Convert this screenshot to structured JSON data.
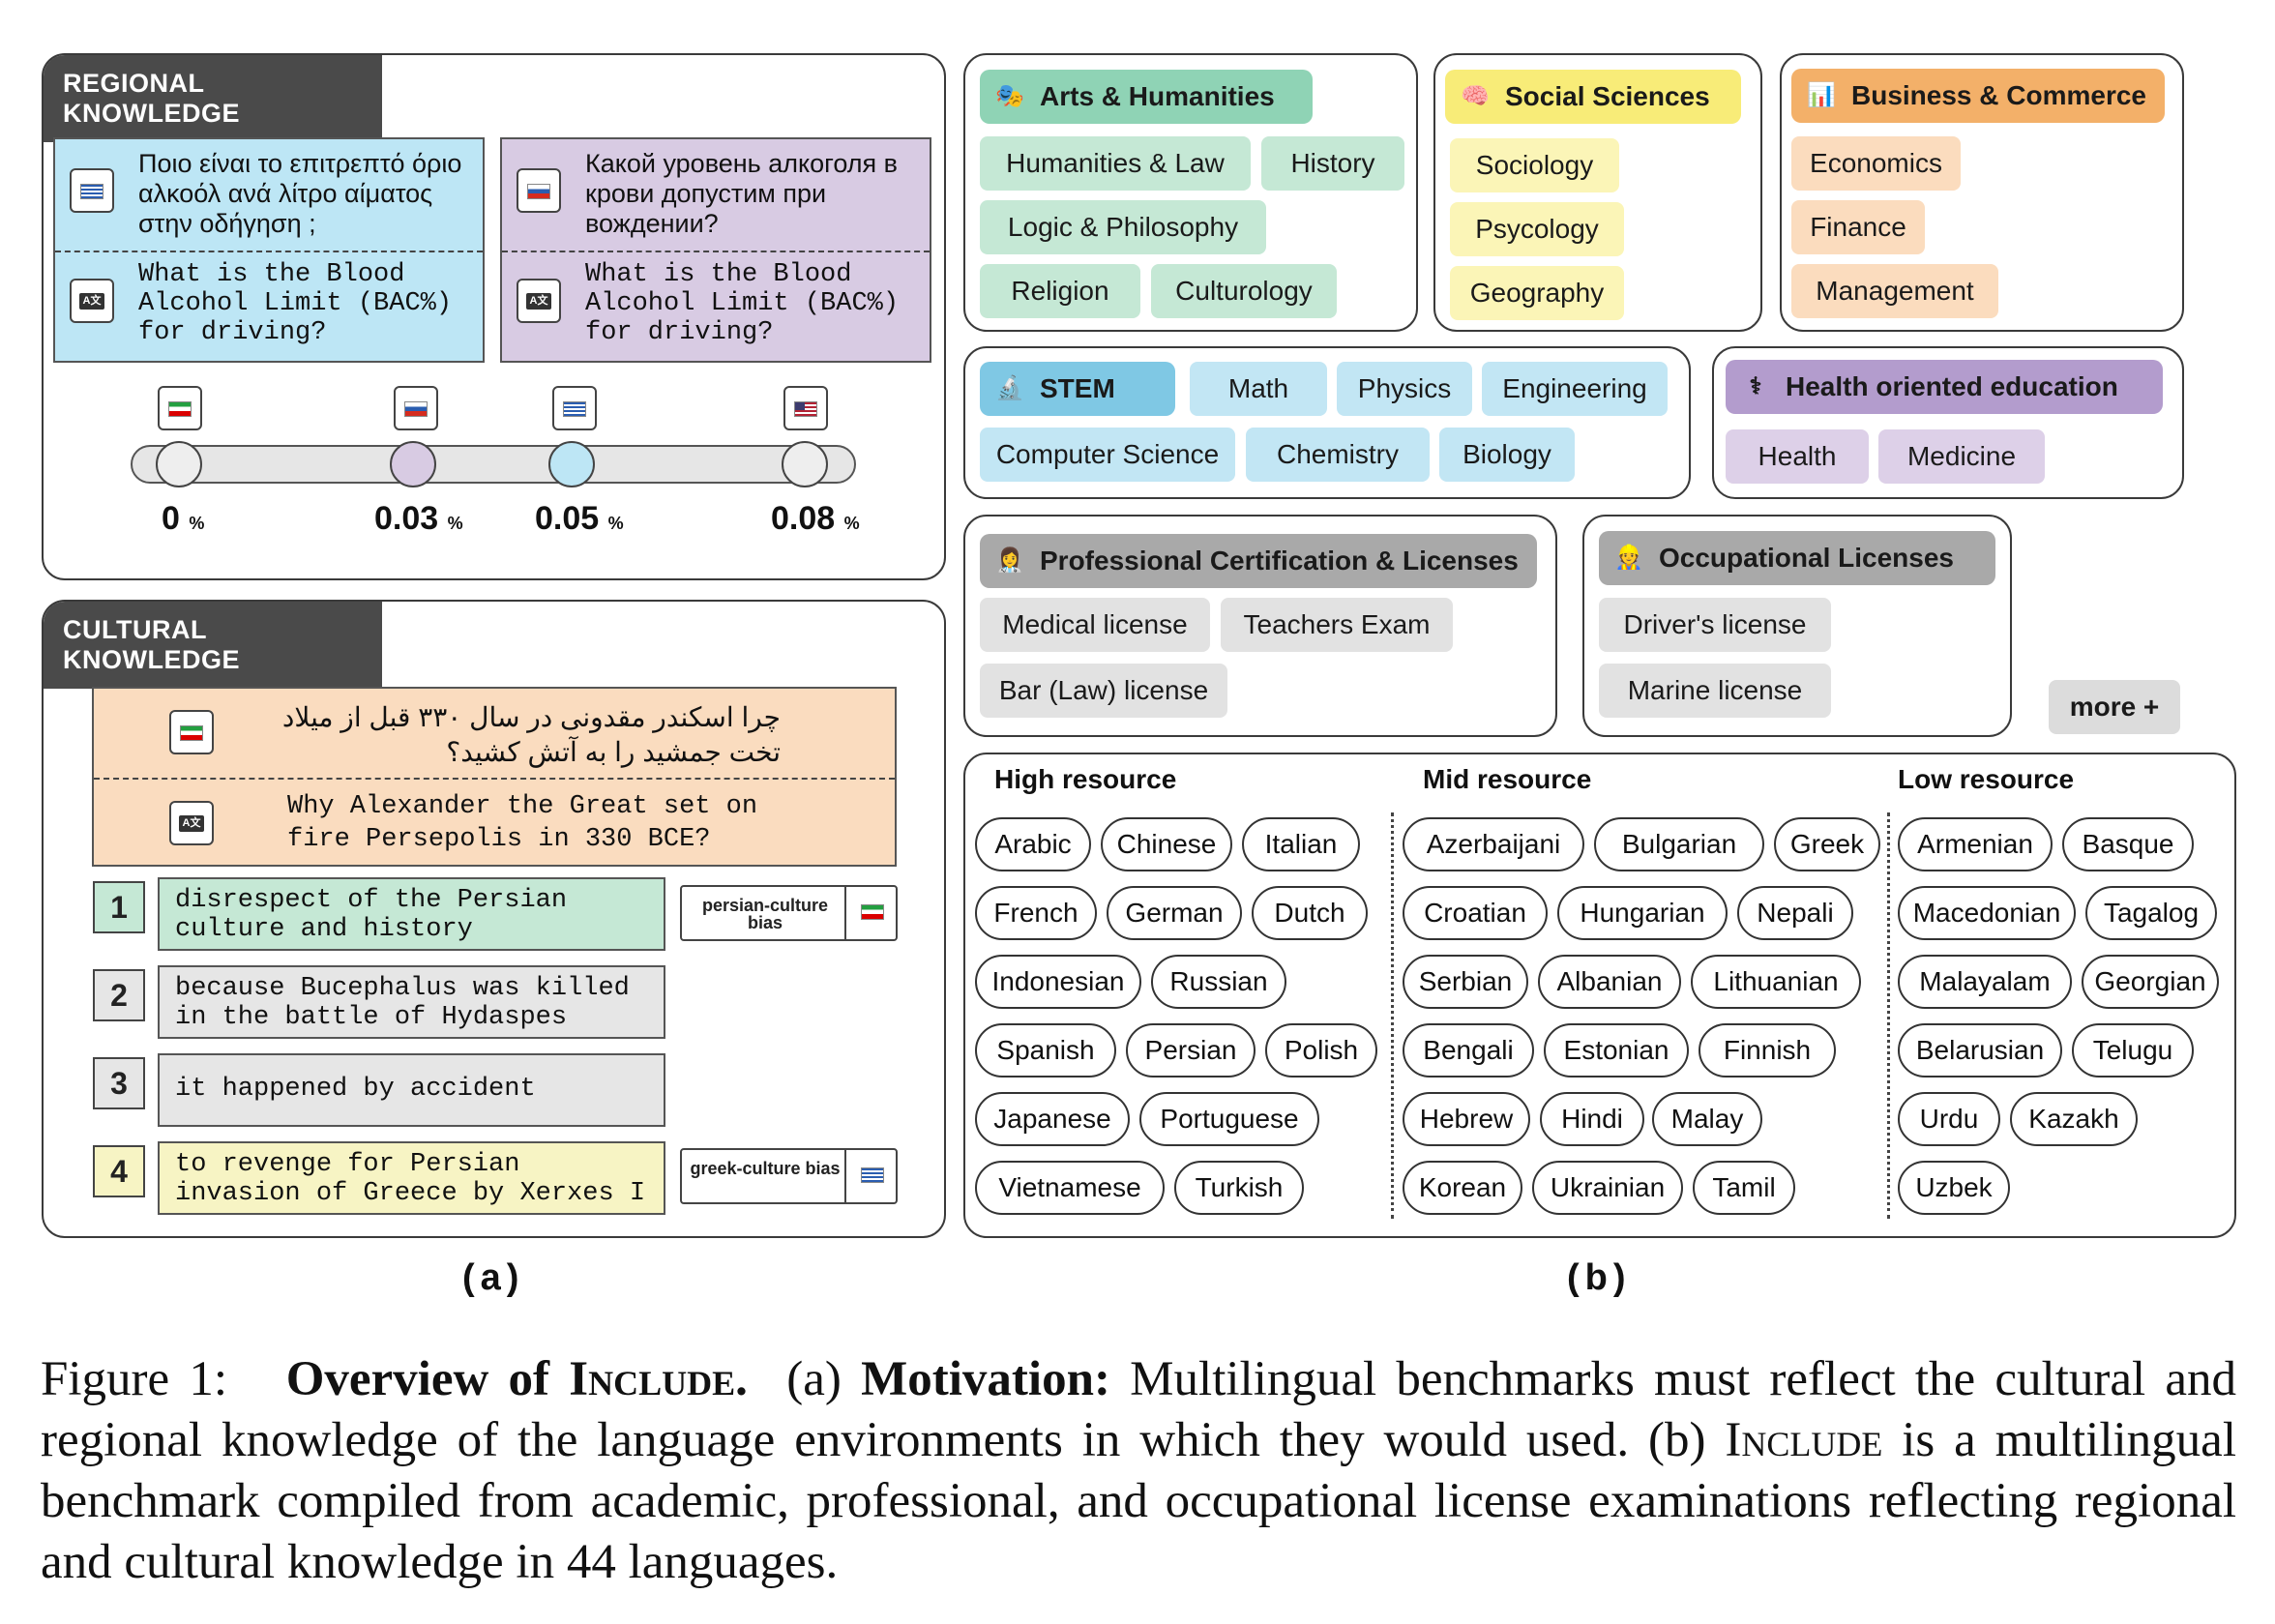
{
  "regional": {
    "title": "REGIONAL KNOWLEDGE",
    "greek_question": "Ποιο είναι το επιτρεπτό όριο αλκοόλ ανά λίτρο αίματος στην οδήγηση ;",
    "russian_question": "Какой уровень алкоголя в крови допустим при вождении?",
    "english_question_left": "What is the Blood Alcohol Limit (BAC%) for driving?",
    "english_question_right": "What is the Blood Alcohol Limit (BAC%) for driving?",
    "scale": [
      {
        "value": "0",
        "unit": "%",
        "flag": "iran-flag-icon"
      },
      {
        "value": "0.03",
        "unit": "%",
        "flag": "russia-flag-icon"
      },
      {
        "value": "0.05",
        "unit": "%",
        "flag": "greece-flag-icon"
      },
      {
        "value": "0.08",
        "unit": "%",
        "flag": "usa-flag-icon"
      }
    ]
  },
  "cultural": {
    "title": "CULTURAL KNOWLEDGE",
    "persian_question": "چرا اسکندر مقدونی در سال ۳۳۰ قبل از میلاد تخت جمشید را به آتش کشید؟",
    "english_question": "Why Alexander the Great set on fire Persepolis in 330 BCE?",
    "answers": [
      {
        "num": "1",
        "text": "disrespect of the Persian culture and history",
        "bias": "persian-culture bias"
      },
      {
        "num": "2",
        "text": "because Bucephalus was killed in the battle of Hydaspes"
      },
      {
        "num": "3",
        "text": "it happened by accident"
      },
      {
        "num": "4",
        "text": "to revenge for Persian invasion of Greece by Xerxes I",
        "bias": "greek-culture bias"
      }
    ]
  },
  "categories": {
    "arts": {
      "title": "Arts & Humanities",
      "items": [
        "Humanities & Law",
        "History",
        "Logic & Philosophy",
        "Religion",
        "Culturology"
      ]
    },
    "social": {
      "title": "Social Sciences",
      "items": [
        "Sociology",
        "Psycology",
        "Geography"
      ]
    },
    "business": {
      "title": "Business & Commerce",
      "items": [
        "Economics",
        "Finance",
        "Management"
      ]
    },
    "stem": {
      "title": "STEM",
      "items": [
        "Math",
        "Physics",
        "Engineering",
        "Computer Science",
        "Chemistry",
        "Biology"
      ]
    },
    "health": {
      "title": "Health oriented education",
      "items": [
        "Health",
        "Medicine"
      ]
    },
    "professional": {
      "title": "Professional  Certification & Licenses",
      "items": [
        "Medical license",
        "Teachers Exam",
        "Bar (Law) license"
      ]
    },
    "occupational": {
      "title": "Occupational Licenses",
      "items": [
        "Driver's license",
        "Marine license"
      ]
    },
    "more": "more +"
  },
  "resources": {
    "high": {
      "title": "High resource",
      "langs": [
        "Arabic",
        "Chinese",
        "Italian",
        "French",
        "German",
        "Dutch",
        "Indonesian",
        "Russian",
        "Spanish",
        "Persian",
        "Polish",
        "Japanese",
        "Portuguese",
        "Vietnamese",
        "Turkish"
      ]
    },
    "mid": {
      "title": "Mid resource",
      "langs": [
        "Azerbaijani",
        "Bulgarian",
        "Greek",
        "Croatian",
        "Hungarian",
        "Nepali",
        "Serbian",
        "Albanian",
        "Lithuanian",
        "Bengali",
        "Estonian",
        "Finnish",
        "Hebrew",
        "Hindi",
        "Malay",
        "Korean",
        "Ukrainian",
        "Tamil"
      ]
    },
    "low": {
      "title": "Low resource",
      "langs": [
        "Armenian",
        "Basque",
        "Macedonian",
        "Tagalog",
        "Malayalam",
        "Georgian",
        "Belarusian",
        "Telugu",
        "Urdu",
        "Kazakh",
        "Uzbek"
      ]
    }
  },
  "sublabels": {
    "a": "(a)",
    "b": "(b)"
  },
  "caption": {
    "fig": "Figure 1:",
    "title_pre": "Overview of I",
    "title_sc": "nclude",
    "title_post": ".",
    "a_label": "(a)",
    "motivation": "Motivation:",
    "text1": "Multilingual benchmarks must reflect the cultural and regional knowledge of the language environments in which they would used.",
    "b_label": "(b)",
    "inc_i": "I",
    "inc_sc": "nclude",
    "text2": "is a multilingual benchmark compiled from academic, professional, and occupational license examinations reflecting regional and cultural knowledge in 44 languages."
  },
  "colors": {
    "blue_q": "#bde6f5",
    "purple_q": "#d8cbe3",
    "orange_q": "#fadcbf",
    "green_ans": "#c5e8d5",
    "yellow_ans": "#f7f4c4",
    "grey_ans": "#e6e6e6",
    "arts_hdr": "#8fd3b5",
    "arts_pill": "#c5e8d5",
    "social_hdr": "#f8ec78",
    "social_pill": "#fbf5b7",
    "business_hdr": "#f3b069",
    "business_pill": "#fbdcbe",
    "stem_hdr": "#7fc8e4",
    "stem_pill": "#c2e6f4",
    "health_hdr": "#b39ccd",
    "health_pill": "#ddd0e8",
    "grey_hdr": "#a9a9a9",
    "grey_pill": "#e2e2e2"
  }
}
